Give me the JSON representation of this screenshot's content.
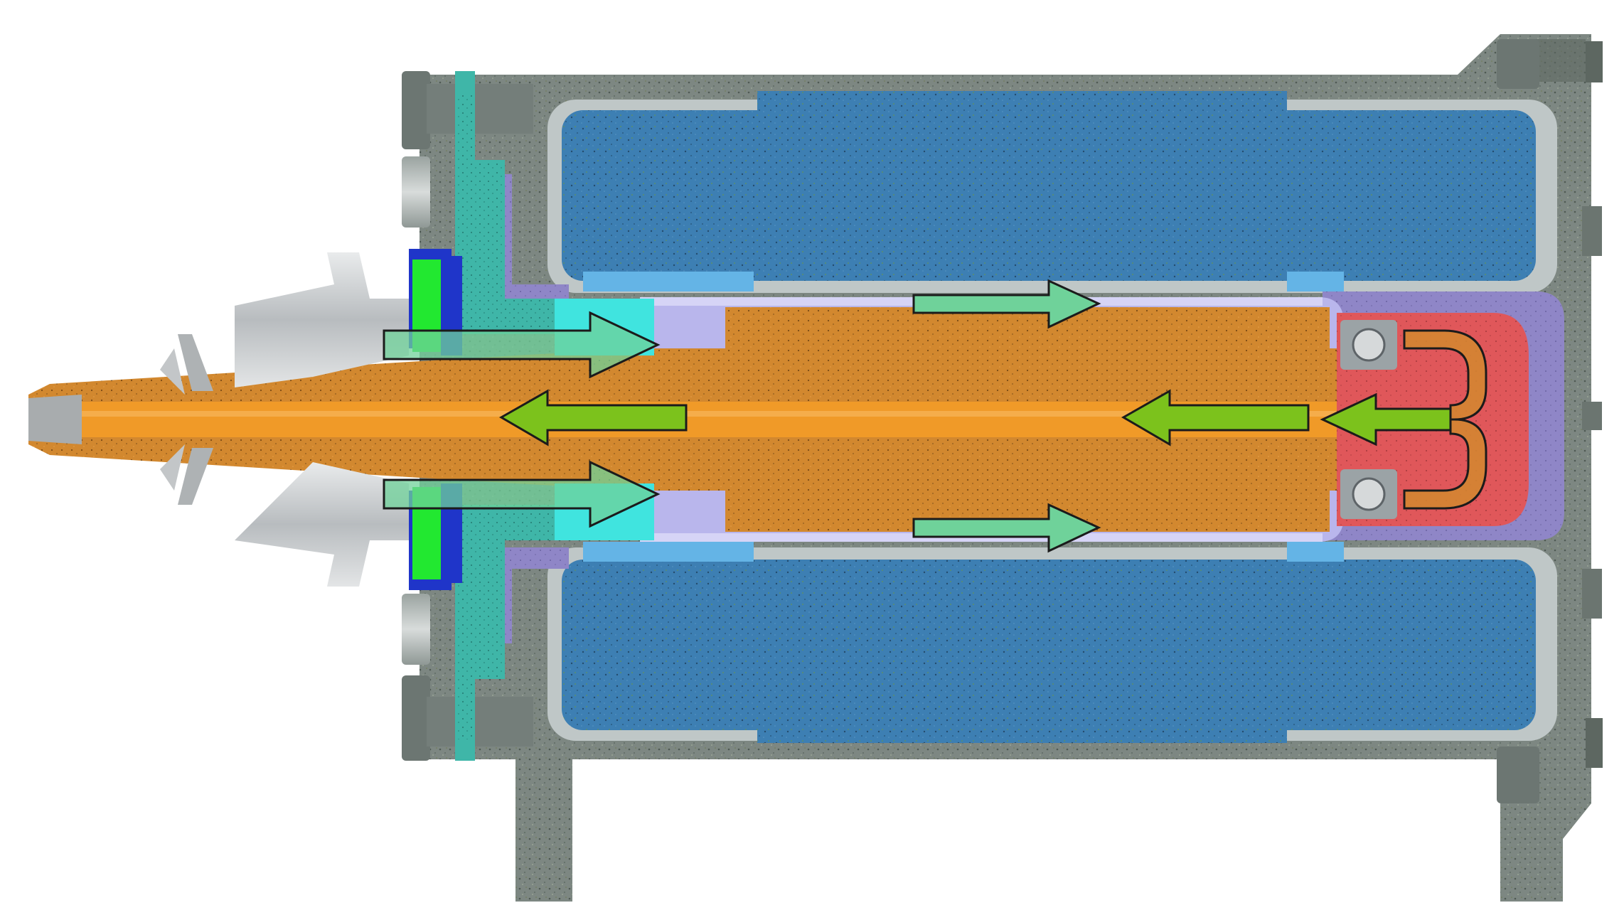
{
  "figure": {
    "kind": "cross-section cutaway of a motor-driven pump unit with coolant flow arrows",
    "colors": {
      "background": "#ffffff",
      "housing": "#7d8782",
      "housing_speckle": "#4f5a54",
      "stator": "#3d7fb3",
      "stator_speckle": "#244c6e",
      "stator_light": "#64b4e6",
      "rotor_shaft": "#d2882f",
      "shaft_core": "#f09a28",
      "flow_gap": "#b9b6ec",
      "end_chamber": "#8f86c7",
      "bearing_cap": "#e0575a",
      "seal_teal": "#3fb6a8",
      "seal_cyan": "#40e4df",
      "seal_blue": "#1f35c9",
      "seal_green": "#22e830",
      "impeller": "#c6c9cb",
      "arrow_green": "#7cc21c",
      "arrow_light": "#6fd29a",
      "arrow_outline": "#1b1b1b"
    },
    "icons": [
      "left-arrow",
      "right-arrow",
      "u-turn-arrow",
      "bearing-ball"
    ]
  }
}
